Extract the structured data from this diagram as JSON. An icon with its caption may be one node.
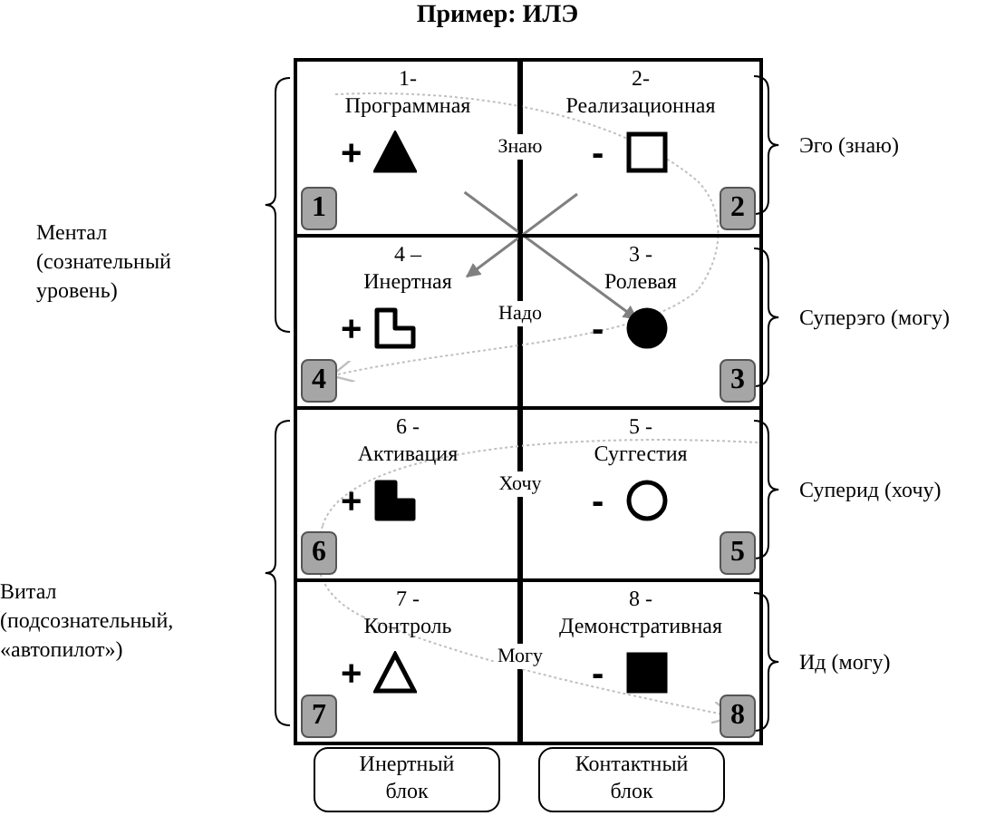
{
  "diagram": {
    "title": "Пример: ИЛЭ",
    "nodes": [
      {
        "text": [
          "1- Программная",
          "+",
          "1"
        ]
      },
      {
        "text": [
          "2- Реализационная",
          "-",
          "2"
        ]
      },
      {
        "text": [
          "4 – Инертная",
          "+",
          "4"
        ]
      },
      {
        "text": [
          "3 - Ролевая",
          "-",
          "3"
        ]
      },
      {
        "text": [
          "6 - Активация",
          "+",
          "6"
        ]
      },
      {
        "text": [
          "5 - Суггестия",
          "-",
          "5"
        ]
      },
      {
        "text": [
          "7 - Контроль",
          "+",
          "7"
        ]
      },
      {
        "text": [
          "8 - Демонстративная",
          "-",
          "8"
        ]
      },
      {
        "text": [
          "Инертный блок"
        ]
      },
      {
        "text": [
          "Контактный блок"
        ]
      }
    ],
    "edges": [
      {
        "from": 0,
        "to": 3,
        "arrow": "to"
      },
      {
        "from": 1,
        "to": 2,
        "arrow": "to"
      },
      {
        "from": 0,
        "to": 1,
        "arrow": "none",
        "style": "dashed",
        "color": "#c0c0c0"
      },
      {
        "from": 1,
        "to": 3,
        "arrow": "none",
        "style": "dashed",
        "color": "#c0c0c0"
      },
      {
        "from": 3,
        "to": 2,
        "arrow": "to",
        "style": "dashed",
        "color": "#c0c0c0"
      },
      {
        "from": 5,
        "to": 4,
        "arrow": "none",
        "style": "dashed",
        "color": "#c0c0c0"
      },
      {
        "from": 4,
        "to": 6,
        "arrow": "none",
        "style": "dashed",
        "color": "#c0c0c0"
      },
      {
        "from": 6,
        "to": 7,
        "arrow": "to",
        "style": "dashed",
        "color": "#c0c0c0"
      }
    ],
    "labels": [
      "Знаю",
      "Эго (знаю)",
      "Ментал (сознательный уровень)",
      "Надо",
      "Суперэго (могу)",
      "Хочу",
      "Суперид (хочу)",
      "Витал (подсознательный, «автопилот»)",
      "Могу",
      "Ид (могу)"
    ]
  }
}
